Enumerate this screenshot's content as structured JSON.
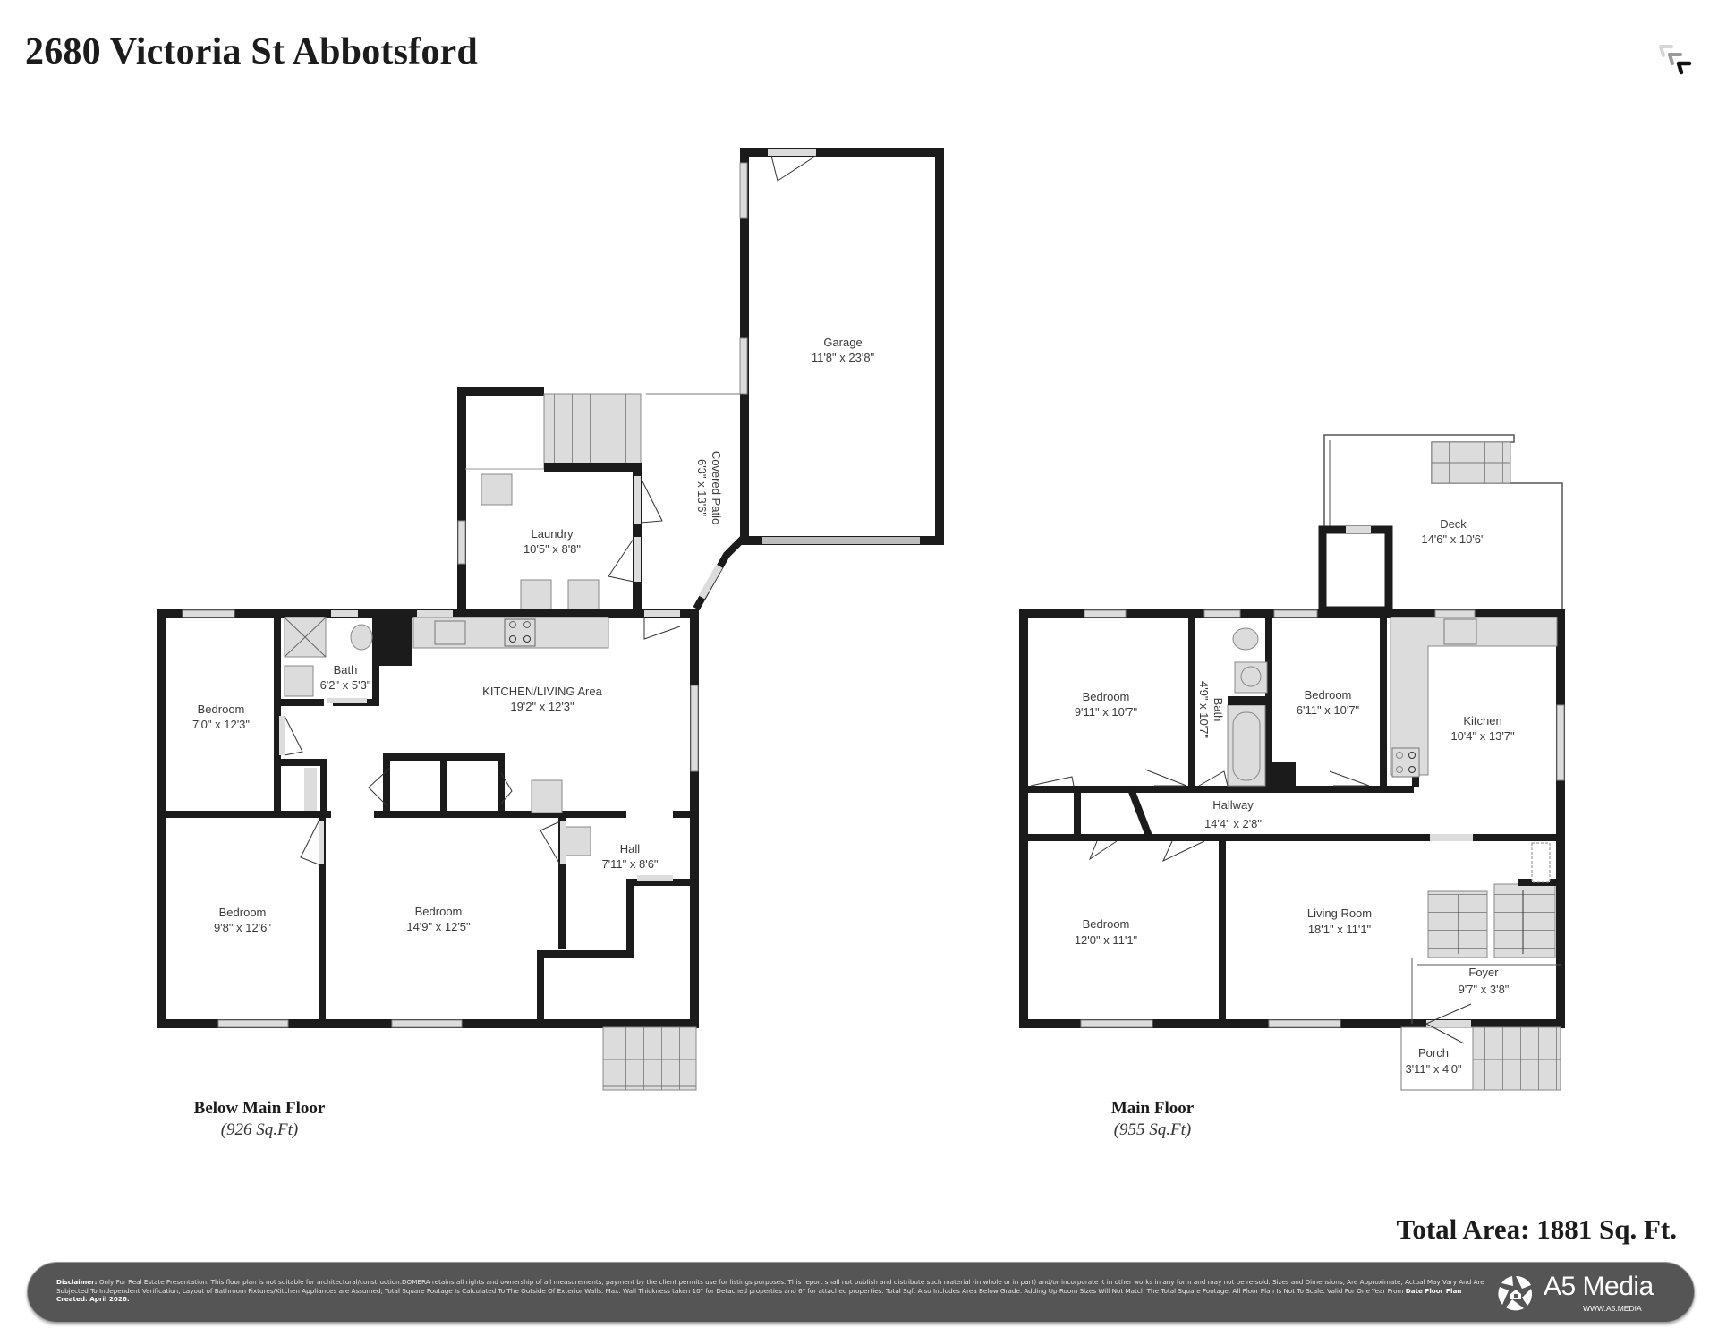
{
  "header": {
    "title": "2680 Victoria St Abbotsford"
  },
  "icons": {
    "corner_logo": "triple-chevron-logo-icon",
    "brand_logo": "a5-media-aperture-house-icon"
  },
  "floors": [
    {
      "name": "Below Main Floor",
      "area": "(926 Sq.Ft)",
      "rooms": [
        {
          "name": "Garage",
          "dims": "11'8\" x 23'8\""
        },
        {
          "name": "Covered Patio",
          "dims": "6'3\" x 13'6\""
        },
        {
          "name": "Laundry",
          "dims": "10'5\" x 8'8\""
        },
        {
          "name": "Bath",
          "dims": "6'2\" x 5'3\""
        },
        {
          "name": "KITCHEN/LIVING Area",
          "dims": "19'2\" x 12'3\""
        },
        {
          "name": "Bedroom",
          "dims": "7'0\" x 12'3\""
        },
        {
          "name": "Bedroom",
          "dims": "9'8\" x 12'6\""
        },
        {
          "name": "Bedroom",
          "dims": "14'9\" x 12'5\""
        },
        {
          "name": "Hall",
          "dims": "7'11\" x 8'6\""
        }
      ]
    },
    {
      "name": "Main Floor",
      "area": "(955 Sq.Ft)",
      "rooms": [
        {
          "name": "Deck",
          "dims": "14'6\" x 10'6\""
        },
        {
          "name": "Bedroom",
          "dims": "9'11\" x 10'7\""
        },
        {
          "name": "Bath",
          "dims": "4'9\" x 10'7\""
        },
        {
          "name": "Bedroom",
          "dims": "6'11\" x 10'7\""
        },
        {
          "name": "Kitchen",
          "dims": "10'4\" x 13'7\""
        },
        {
          "name": "Hallway",
          "dims": "14'4\" x 2'8\""
        },
        {
          "name": "Bedroom",
          "dims": "12'0\" x 11'1\""
        },
        {
          "name": "Living Room",
          "dims": "18'1\" x 11'1\""
        },
        {
          "name": "Foyer",
          "dims": "9'7\" x 3'8\""
        },
        {
          "name": "Porch",
          "dims": "3'11\" x 4'0\""
        }
      ]
    }
  ],
  "total": {
    "label": "Total Area: 1881 Sq. Ft."
  },
  "footer": {
    "disclaimer_label": "Disclaimer:",
    "disclaimer_text": "Only For Real Estate Presentation. This floor plan is not suitable for architectural/construction.DOMERA retains all rights and ownership of all measurements, payment by the client permits use for listings purposes. This report shall not publish and distribute such material (in whole or in part) and/or incorporate it in other works in any form and may not be re-sold. Sizes and Dimensions, Are Approximate, Actual May Vary And Are Subjected To Independent Verification, Layout of Bathroom Fixtures/Kitchen Appliances are Assumed; Total Square Footage Is Calculated To The Outside Of Exterior Walls. Max. Wall Thickness taken 10\" for Detached properties and 6\" for attached properties. Total Sqft Also Includes Area Below Grade. Adding Up Room Sizes Will Not Match The Total Square Footage. All Floor Plan Is Not To Scale. Valid For One Year From",
    "date_label": "Date Floor Plan Created. April 2026.",
    "brand_name": "A5 Media",
    "brand_url": "WWW.A5.MEDIA"
  },
  "colors": {
    "wall": "#1b1b1b",
    "fixture_fill": "#dcdcdc",
    "footer_bg": "#555555",
    "text": "#1c1c1c"
  }
}
